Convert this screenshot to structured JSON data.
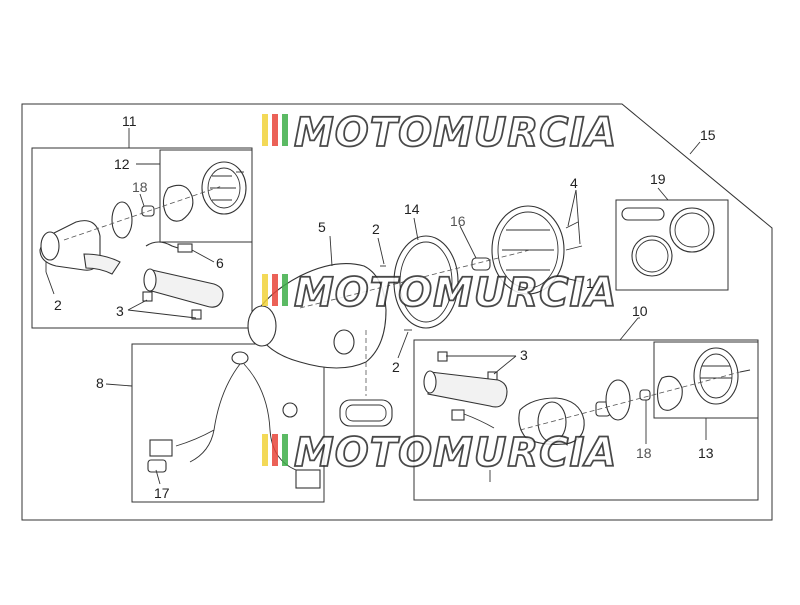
{
  "callouts": {
    "c1": "1",
    "c2a": "2",
    "c2b": "2",
    "c2c": "2",
    "c3a": "3",
    "c3b": "3",
    "c4": "4",
    "c5": "5",
    "c6": "6",
    "c8": "8",
    "c10": "10",
    "c11": "11",
    "c12": "12",
    "c13": "13",
    "c14": "14",
    "c15": "15",
    "c16": "16",
    "c17": "17",
    "c18a": "18",
    "c18b": "18",
    "c19": "19"
  },
  "watermark": {
    "brand": "MOTOMURCIA",
    "stripe_colors": [
      "#f2d33a",
      "#e8463a",
      "#3fae4a"
    ]
  }
}
